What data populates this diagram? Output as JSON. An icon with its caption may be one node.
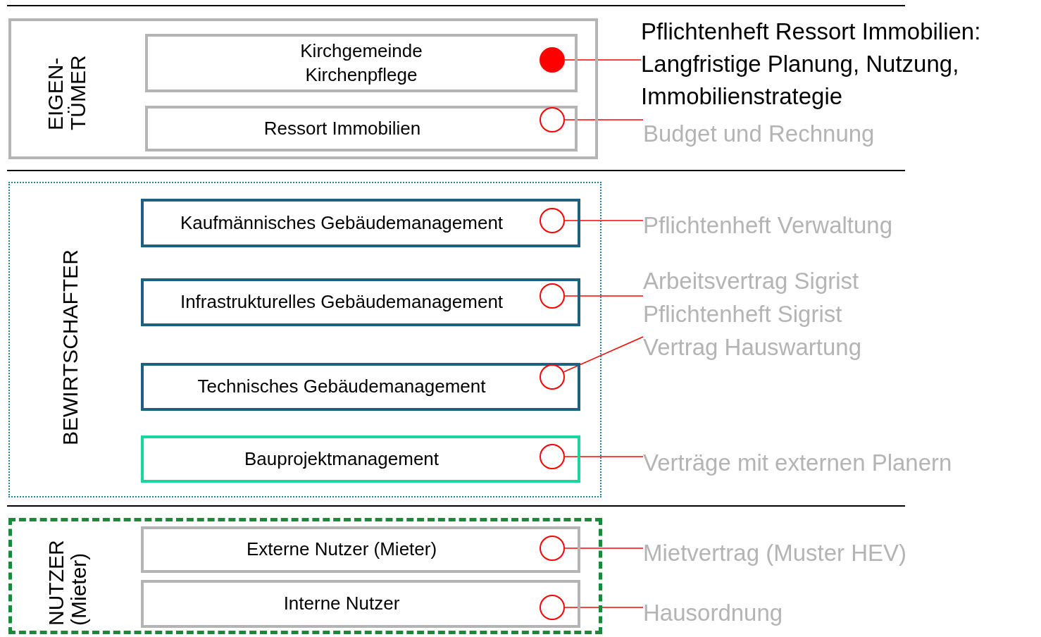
{
  "diagram": {
    "nodes": [
      {
        "text": [
          "EIGEN- TÜMER"
        ]
      },
      {
        "text": [
          "Kirchgemeinde Kirchenpflege"
        ],
        "in": 0
      },
      {
        "text": [
          "Ressort Immobilien"
        ],
        "in": 0
      },
      {
        "text": [
          "BEWIRTSCHAFTER"
        ]
      },
      {
        "text": [
          "Kaufmännisches Gebäudemanagement"
        ],
        "in": 3
      },
      {
        "text": [
          "Infrastrukturelles Gebäudemanagement"
        ],
        "in": 3
      },
      {
        "text": [
          "Technisches Gebäudemanagement"
        ],
        "in": 3
      },
      {
        "text": [
          "Bauprojektmanagement"
        ],
        "in": 3
      },
      {
        "text": [
          "NUTZER (Mieter)"
        ]
      },
      {
        "text": [
          "Externe Nutzer (Mieter)"
        ],
        "in": 8
      },
      {
        "text": [
          "Interne Nutzer"
        ],
        "in": 8
      },
      {
        "text": [],
        "shape": "dot",
        "in": 1
      },
      {
        "text": [],
        "shape": "circle",
        "in": 2
      },
      {
        "text": [],
        "shape": "circle",
        "in": 4
      },
      {
        "text": [],
        "shape": "circle",
        "in": 5
      },
      {
        "text": [],
        "shape": "circle",
        "in": 6
      },
      {
        "text": [],
        "shape": "circle",
        "in": 7
      },
      {
        "text": [],
        "shape": "circle",
        "in": 9
      },
      {
        "text": [],
        "shape": "circle",
        "in": 10
      },
      {
        "text": [
          "Pflichtenheft Ressort Immobilien: Langfristige Planung, Nutzung, Immobilienstrategie"
        ]
      },
      {
        "text": [
          "Budget und Rechnung"
        ]
      },
      {
        "text": [
          "Pflichtenheft Verwaltung"
        ]
      },
      {
        "text": [
          "Arbeitsvertrag Sigrist"
        ]
      },
      {
        "text": [
          "Vertrag Hauswartung"
        ]
      },
      {
        "text": [
          "Verträge mit externen Planern"
        ]
      },
      {
        "text": [
          "Mietvertrag (Muster HEV)"
        ]
      },
      {
        "text": [
          "Hausordnung"
        ]
      }
    ],
    "edges": [
      {
        "from": 19,
        "to": 11,
        "arrow": "none"
      },
      {
        "from": 20,
        "to": 12,
        "arrow": "none"
      },
      {
        "from": 21,
        "to": 13,
        "arrow": "none"
      },
      {
        "from": 22,
        "to": 14,
        "arrow": "none"
      },
      {
        "from": 23,
        "to": 15,
        "arrow": "none"
      },
      {
        "from": 24,
        "to": 16,
        "arrow": "none"
      },
      {
        "from": 25,
        "to": 17,
        "arrow": "none"
      },
      {
        "from": 26,
        "to": 18,
        "arrow": "none"
      }
    ],
    "labels": [
      "Pflichtenheft Sigrist"
    ]
  }
}
